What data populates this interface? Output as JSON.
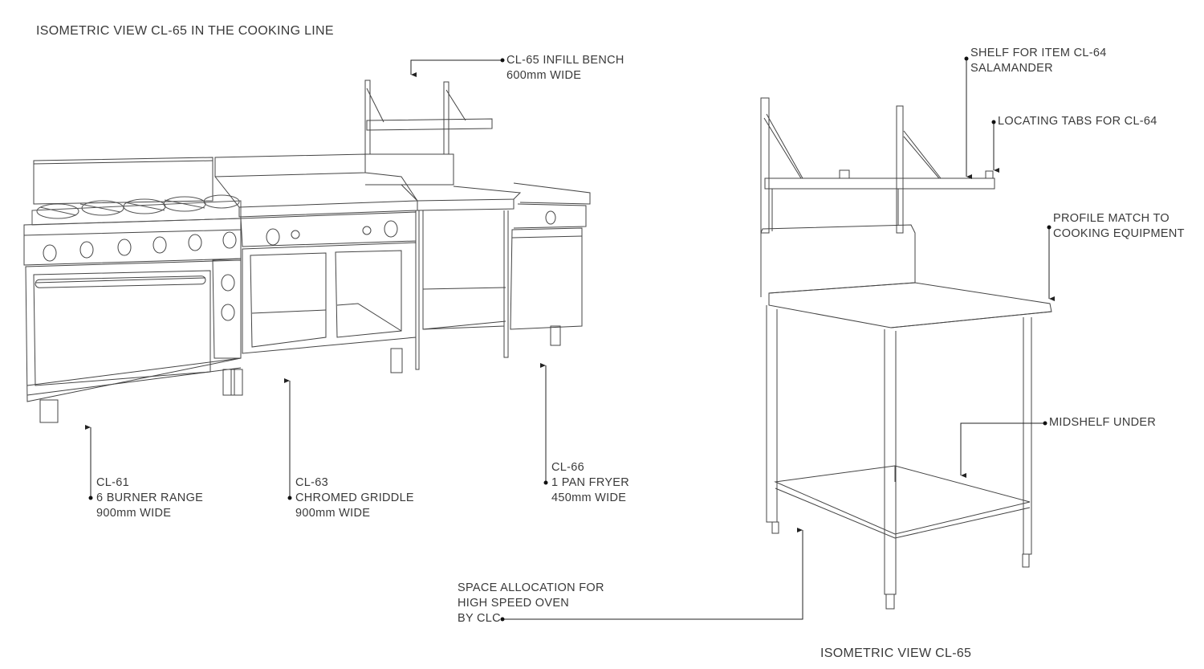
{
  "titles": {
    "cooking_line": "ISOMETRIC VIEW CL-65 IN THE COOKING LINE",
    "isometric": "ISOMETRIC VIEW CL-65"
  },
  "callouts": {
    "infill_bench": {
      "line1": "CL-65 INFILL BENCH",
      "line2": "600mm WIDE"
    },
    "shelf": {
      "line1": "SHELF FOR ITEM CL-64",
      "line2": "SALAMANDER"
    },
    "tabs": {
      "line1": "LOCATING TABS FOR CL-64"
    },
    "profile": {
      "line1": "PROFILE MATCH TO",
      "line2": "COOKING EQUIPMENT"
    },
    "midshelf": {
      "line1": "MIDSHELF UNDER"
    },
    "range": {
      "line1": "CL-61",
      "line2": "6 BURNER RANGE",
      "line3": "900mm WIDE"
    },
    "griddle": {
      "line1": "CL-63",
      "line2": "CHROMED GRIDDLE",
      "line3": "900mm WIDE"
    },
    "fryer": {
      "line1": "CL-66",
      "line2": "1 PAN FRYER",
      "line3": "450mm WIDE"
    },
    "oven_space": {
      "line1": "SPACE ALLOCATION FOR",
      "line2": "HIGH SPEED OVEN",
      "line3": "BY CLC"
    }
  },
  "colors": {
    "line": "#333333",
    "background": "#ffffff"
  }
}
